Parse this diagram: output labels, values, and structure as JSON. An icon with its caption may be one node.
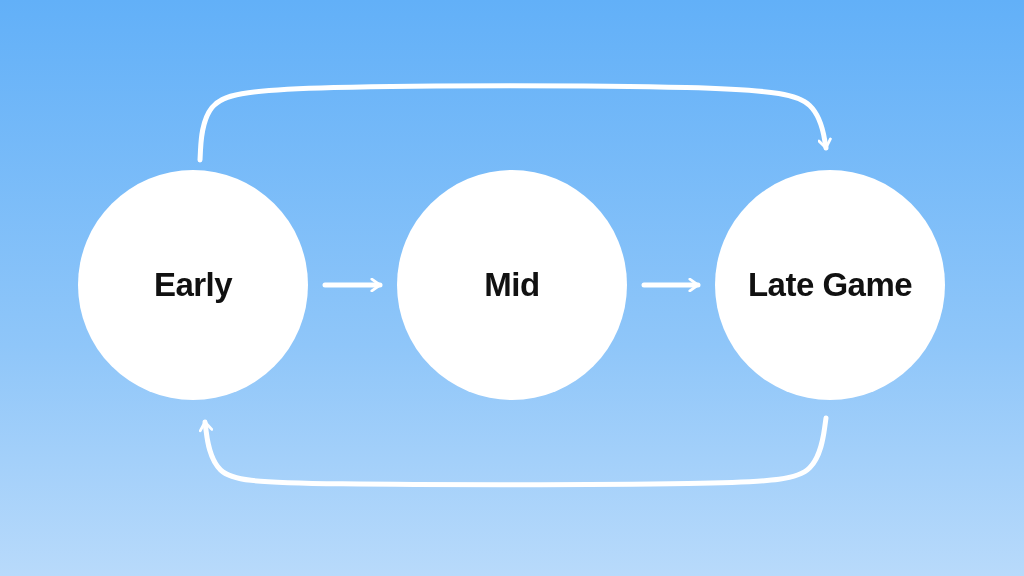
{
  "diagram": {
    "nodes": [
      {
        "text": [
          "Early"
        ]
      },
      {
        "text": [
          "Mid"
        ]
      },
      {
        "text": [
          "Late Game"
        ]
      }
    ],
    "edges": [
      {
        "from": 0,
        "to": 1,
        "arrow": "to"
      },
      {
        "from": 1,
        "to": 2,
        "arrow": "to"
      },
      {
        "from": 0,
        "to": 2,
        "arrow": "to"
      },
      {
        "from": 2,
        "to": 0,
        "arrow": "to"
      }
    ]
  }
}
